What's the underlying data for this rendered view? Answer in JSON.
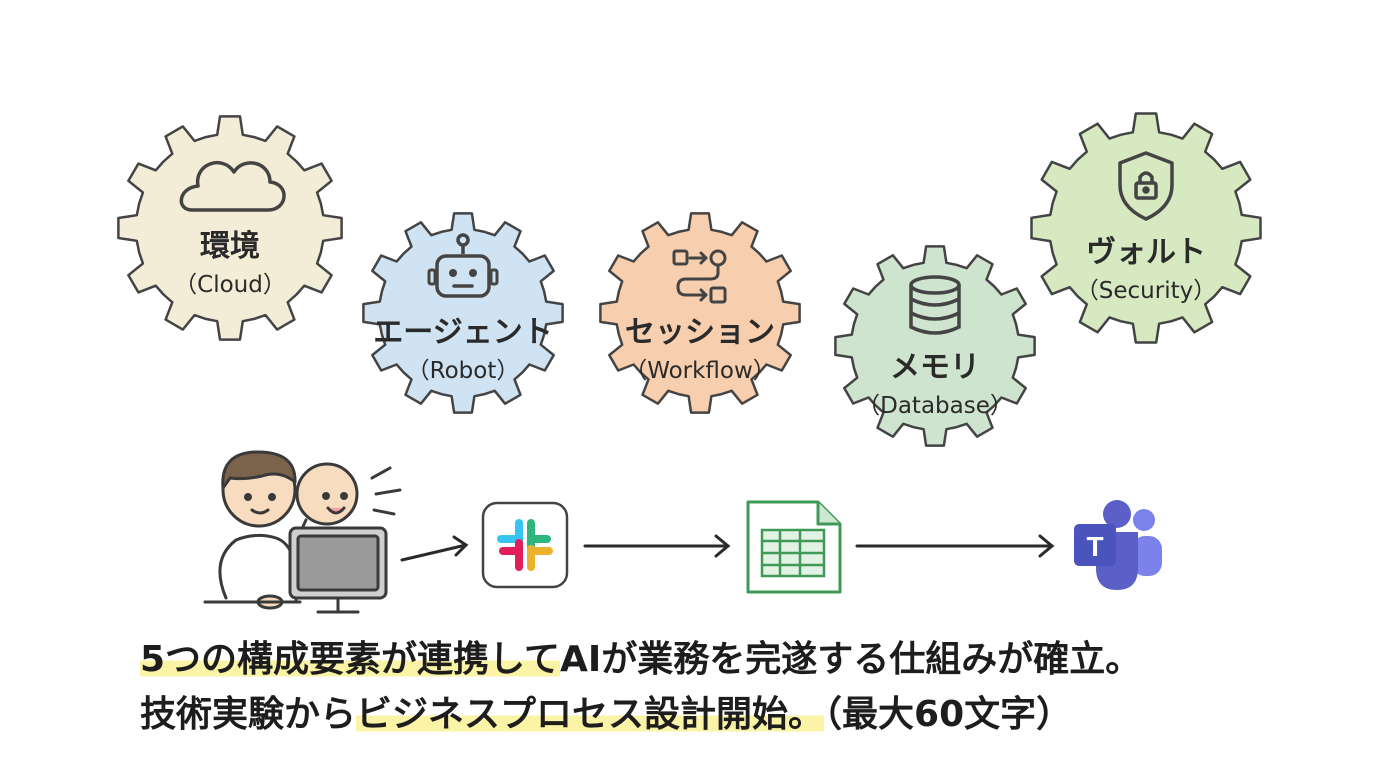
{
  "gears": [
    {
      "id": "cloud",
      "title": "環境",
      "subtitle": "（Cloud）",
      "icon": "cloud-icon",
      "color": "#f3ecd6"
    },
    {
      "id": "robot",
      "title": "エージェント",
      "subtitle": "（Robot）",
      "icon": "robot-icon",
      "color": "#cfe3f2"
    },
    {
      "id": "workflow",
      "title": "セッション",
      "subtitle": "（Workflow）",
      "icon": "workflow-icon",
      "color": "#f8cfae"
    },
    {
      "id": "database",
      "title": "メモリ",
      "subtitle": "（Database）",
      "icon": "database-icon",
      "color": "#cfe4cf"
    },
    {
      "id": "security",
      "title": "ヴォルト",
      "subtitle": "（Security）",
      "icon": "shield-lock-icon",
      "color": "#d6e9c0"
    }
  ],
  "flow": {
    "steps": [
      "people-at-computer-icon",
      "slack-icon",
      "spreadsheet-icon",
      "teams-icon"
    ],
    "teams_letter": "T"
  },
  "caption": {
    "line1": {
      "highlight": "5つの構成要素が連携して",
      "rest": "AIが業務を完遂する仕組みが確立。"
    },
    "line2": {
      "plain": "技術実験から",
      "highlight": "ビジネスプロセス設計開始。",
      "rest": "（最大60文字）"
    }
  },
  "colors": {
    "outline": "#444444",
    "highlight": "#fbf3a6",
    "teams": "#5b5fc7",
    "sheet": "#3f9a57"
  }
}
